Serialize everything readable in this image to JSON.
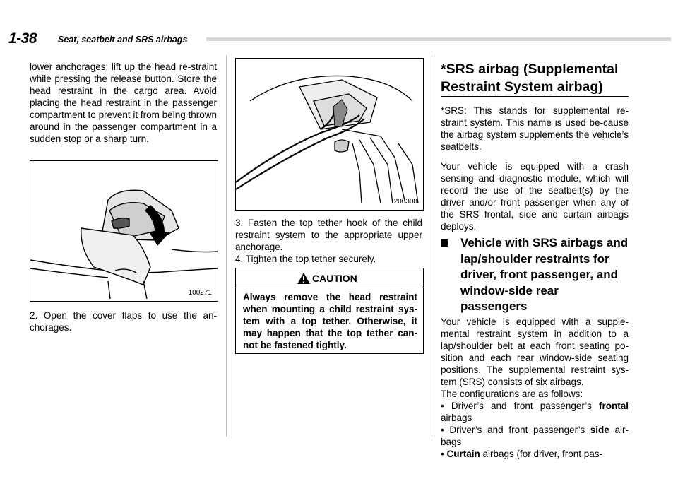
{
  "header": {
    "page_number": "1-38",
    "section_title": "Seat, seatbelt and SRS airbags"
  },
  "col1": {
    "para1": "lower anchorages; lift up the head re-straint while pressing the release button. Store the head restraint in the cargo area. Avoid placing the head restraint in the passenger compartment to prevent it from being thrown around in the passenger compartment in a sudden stop or a sharp turn.",
    "figure_code": "100271",
    "step2": "2. Open the cover flaps to use the an-chorages."
  },
  "col2": {
    "figure_code": "200308",
    "step3": "3. Fasten the top tether hook of the child restraint system to the appropriate upper anchorage.",
    "step4": "4. Tighten the top tether securely.",
    "caution_label": "CAUTION",
    "caution_text": "Always remove the head restraint when mounting a child restraint sys-tem with a top tether. Otherwise, it may happen that the top tether can-not be fastened tightly."
  },
  "col3": {
    "heading_main": "*SRS airbag (Supplemental Restraint System airbag)",
    "para_srs": "*SRS: This stands for supplemental re-straint system. This name is used be-cause the airbag system supplements the vehicle’s seatbelts.",
    "para_module": "Your vehicle is equipped with a crash sensing and diagnostic module, which will record the use of the seatbelt(s) by the driver and/or front passenger when any of the SRS frontal, side and curtain airbags deploys.",
    "subheading": "Vehicle with SRS airbags and lap/shoulder restraints for driver, front passenger, and window-side rear passengers",
    "para_equipped": "Your vehicle is equipped with a supple-mental restraint system in addition to a lap/shoulder belt at each front seating po-sition and each rear window-side seating positions. The supplemental restraint sys-tem (SRS) consists of six airbags.",
    "config_intro": "The configurations are as follows:",
    "bullets": [
      {
        "pre": "Driver’s and front passenger’s ",
        "bold": "frontal",
        "post": " airbags"
      },
      {
        "pre": "Driver’s and front passenger’s ",
        "bold": "side",
        "post": " air-bags"
      },
      {
        "pre": "",
        "bold": "Curtain",
        "post": " airbags (for driver, front pas-"
      }
    ]
  }
}
